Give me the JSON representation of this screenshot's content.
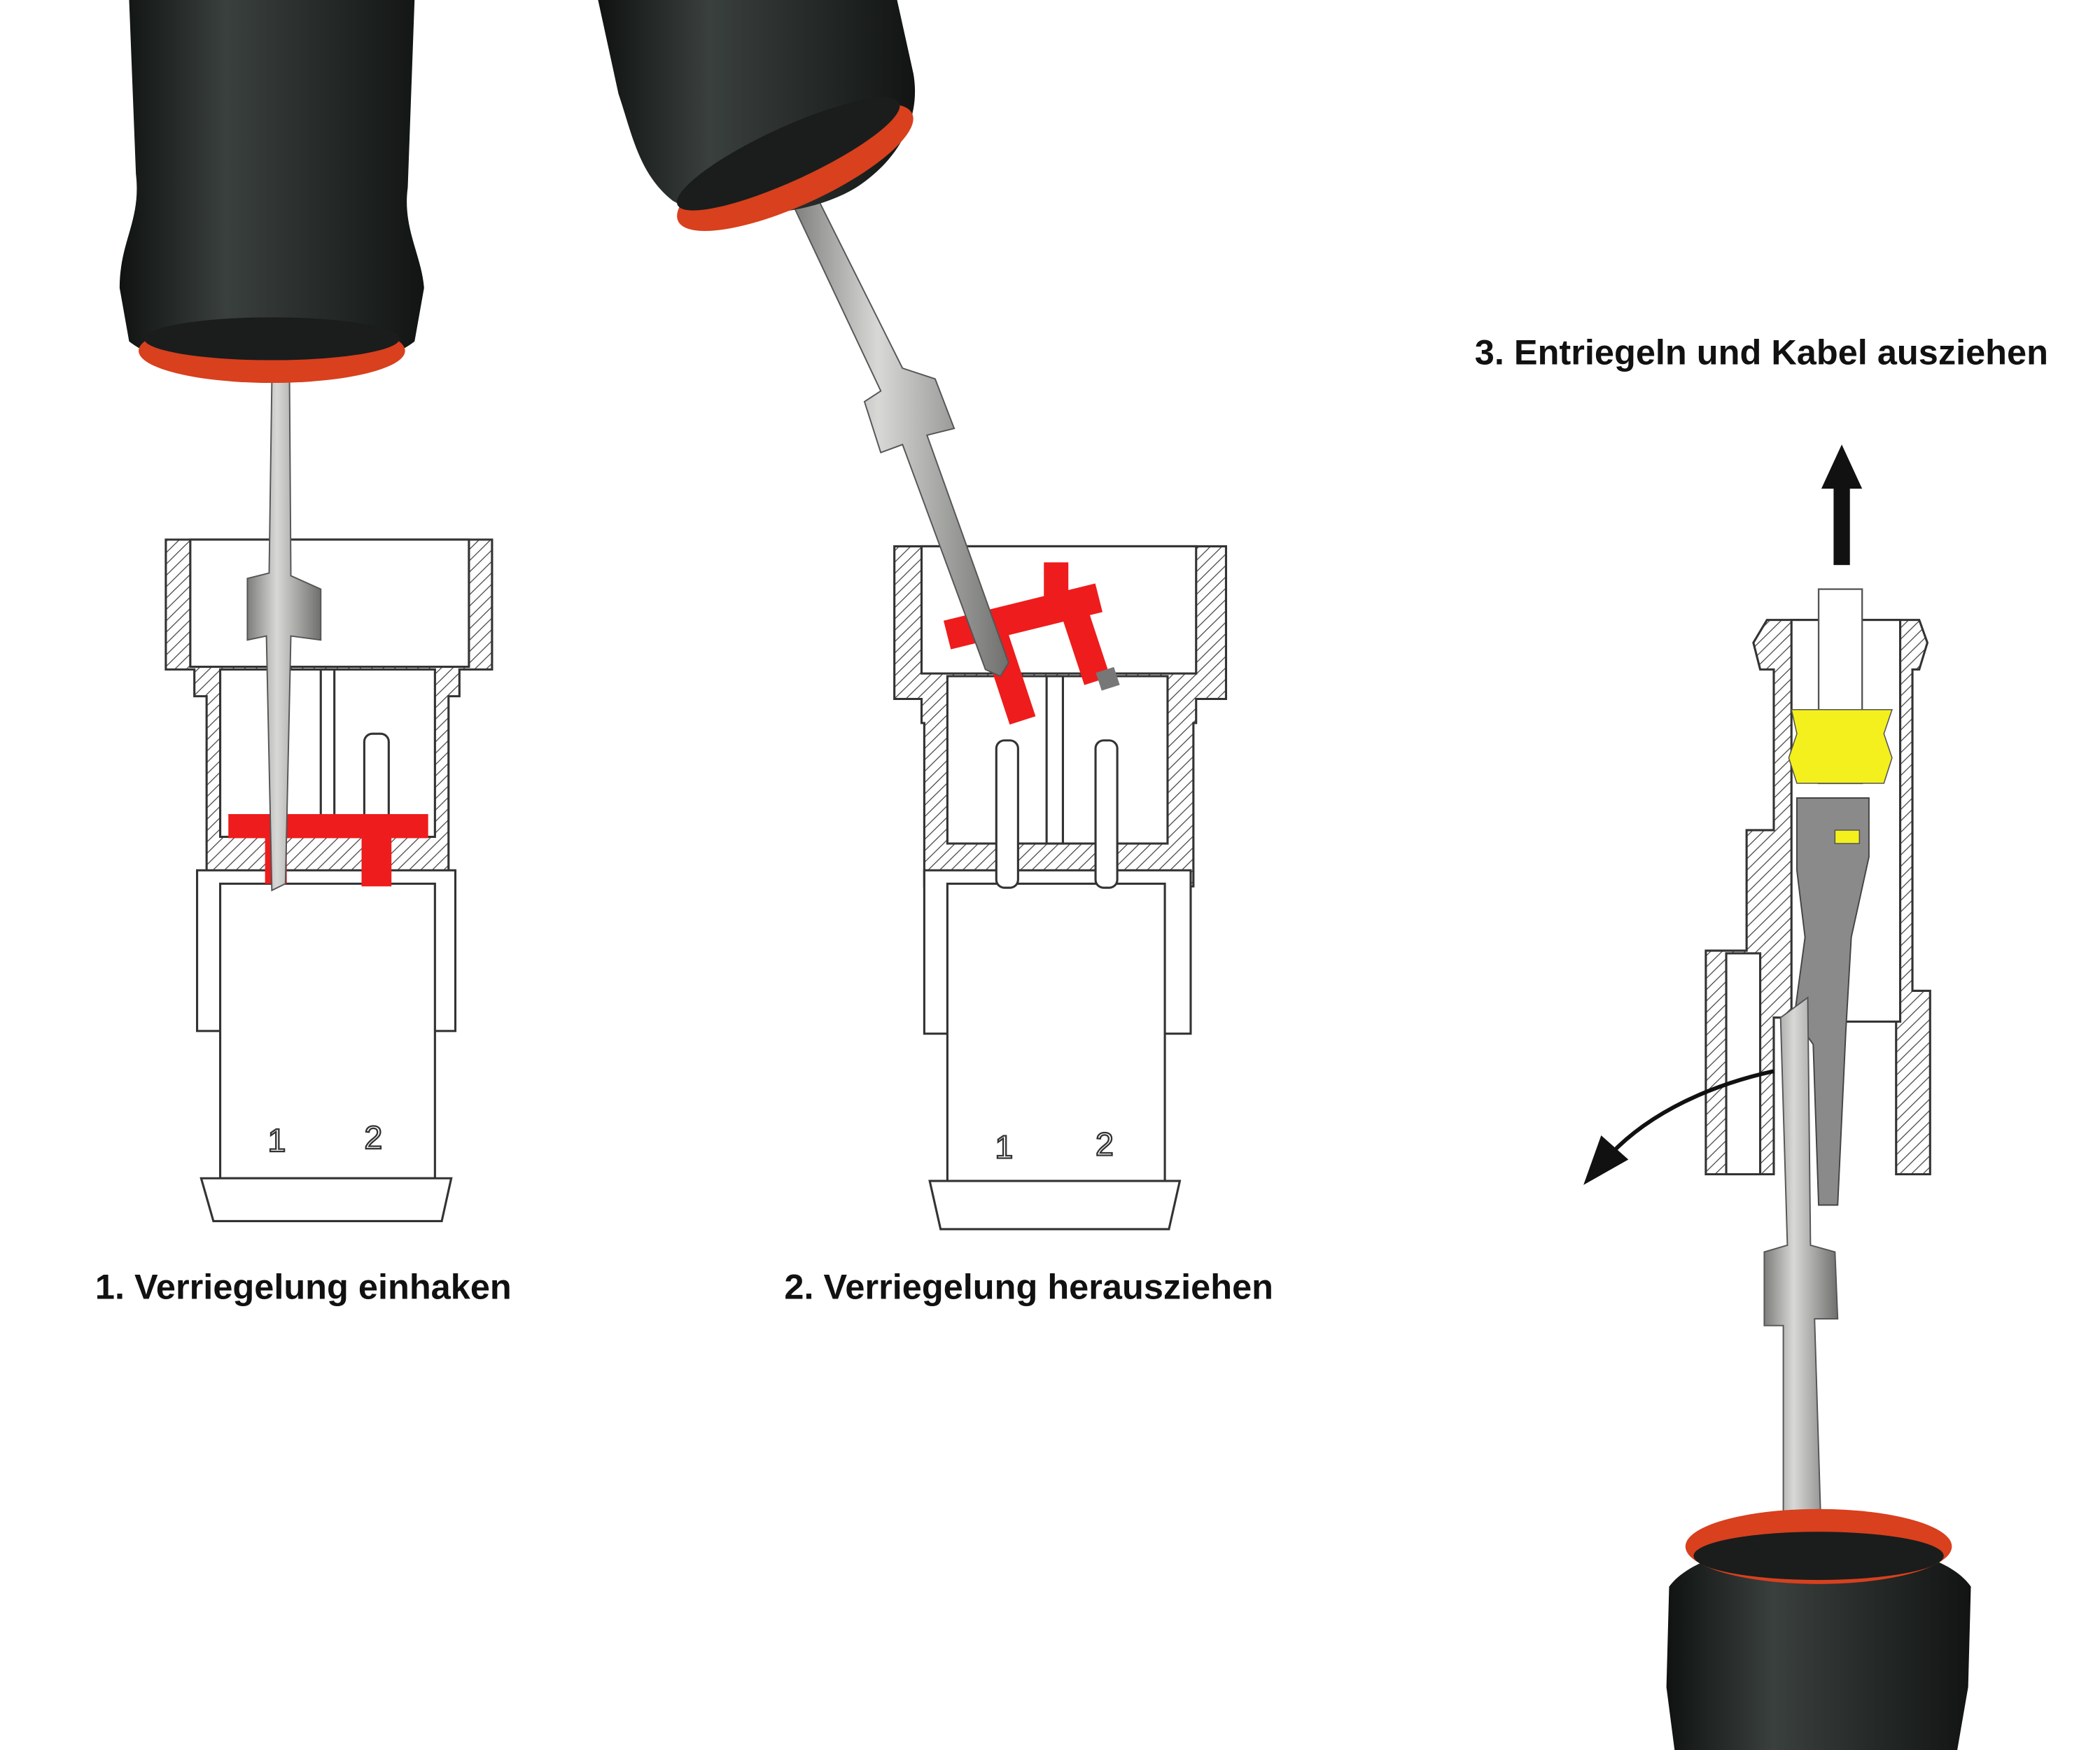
{
  "steps": [
    {
      "caption": "1. Verriegelung einhaken",
      "pin_labels": [
        "1",
        "2"
      ]
    },
    {
      "caption": "2. Verriegelung herausziehen",
      "pin_labels": [
        "1",
        "2"
      ]
    },
    {
      "caption": "3. Entriegeln und Kabel ausziehen"
    }
  ],
  "colors": {
    "lock_red": "#ee1c1c",
    "seal_yellow": "#f4f01e",
    "contact_gray": "#8a8a8a",
    "handle_black": "#1f2422",
    "ring_red": "#d8401e",
    "shaft_steel": "#a9aaa8"
  }
}
